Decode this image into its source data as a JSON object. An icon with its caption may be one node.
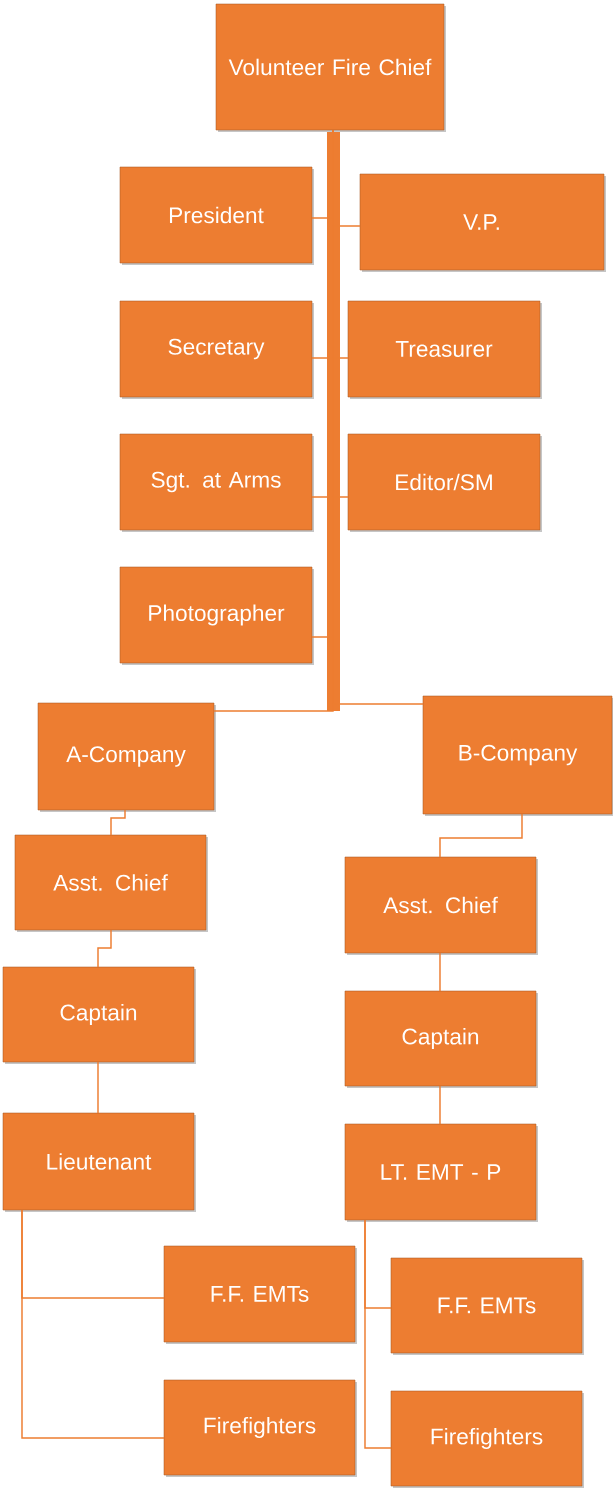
{
  "diagram": {
    "nodes": [
      {
        "text": [
          "Volunteer  Fire Chief"
        ]
      },
      {
        "text": [
          "President"
        ]
      },
      {
        "text": [
          "V.P."
        ]
      },
      {
        "text": [
          "Secretary"
        ]
      },
      {
        "text": [
          "Treasurer"
        ]
      },
      {
        "text": [
          "Sgt. at Arms"
        ]
      },
      {
        "text": [
          "Editor/SM"
        ]
      },
      {
        "text": [
          "Photographer"
        ]
      },
      {
        "text": [
          "A-Company"
        ]
      },
      {
        "text": [
          "B-Company"
        ]
      },
      {
        "text": [
          "Asst. Chief"
        ]
      },
      {
        "text": [
          "Captain"
        ]
      },
      {
        "text": [
          "Lieutenant"
        ]
      },
      {
        "text": [
          "F.F. EMTs"
        ]
      },
      {
        "text": [
          "Firefighters"
        ]
      },
      {
        "text": [
          "Asst. Chief"
        ]
      },
      {
        "text": [
          "Captain"
        ]
      },
      {
        "text": [
          "LT. EMT - P"
        ]
      },
      {
        "text": [
          "F.F. EMTs"
        ]
      },
      {
        "text": [
          "Firefighters"
        ]
      }
    ],
    "edges": [
      {
        "from": 0,
        "to": 1,
        "arrow": "none"
      },
      {
        "from": 0,
        "to": 2,
        "arrow": "none"
      },
      {
        "from": 0,
        "to": 3,
        "arrow": "none"
      },
      {
        "from": 0,
        "to": 4,
        "arrow": "none"
      },
      {
        "from": 0,
        "to": 5,
        "arrow": "none"
      },
      {
        "from": 0,
        "to": 6,
        "arrow": "none"
      },
      {
        "from": 0,
        "to": 7,
        "arrow": "none"
      },
      {
        "from": 0,
        "to": 8,
        "arrow": "none"
      },
      {
        "from": 0,
        "to": 9,
        "arrow": "none"
      },
      {
        "from": 8,
        "to": 10,
        "arrow": "none"
      },
      {
        "from": 10,
        "to": 11,
        "arrow": "none"
      },
      {
        "from": 11,
        "to": 12,
        "arrow": "none"
      },
      {
        "from": 12,
        "to": 13,
        "arrow": "none"
      },
      {
        "from": 12,
        "to": 14,
        "arrow": "none"
      },
      {
        "from": 9,
        "to": 15,
        "arrow": "none"
      },
      {
        "from": 15,
        "to": 16,
        "arrow": "none"
      },
      {
        "from": 16,
        "to": 17,
        "arrow": "none"
      },
      {
        "from": 17,
        "to": 18,
        "arrow": "none"
      },
      {
        "from": 17,
        "to": 19,
        "arrow": "none"
      }
    ]
  }
}
